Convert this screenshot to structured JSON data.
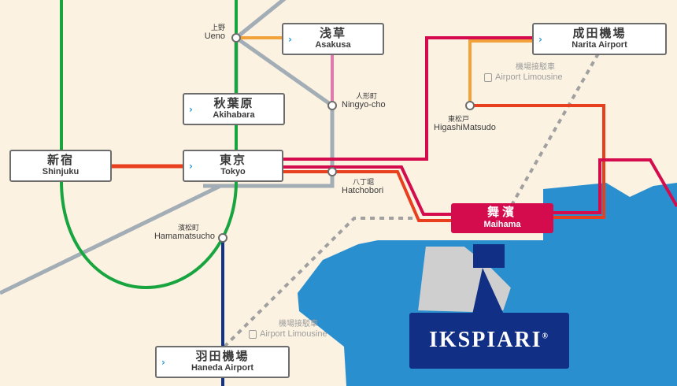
{
  "colors": {
    "background": "#fbf2e2",
    "sea": "#2a8fce",
    "yamanote": "#18a540",
    "keiyo": "#d40c4e",
    "keiyo_alt": "#e85a16",
    "narita_access": "#f2a23a",
    "tsukuba": "#e07aaa",
    "hibiya_grey": "#a2adb5",
    "monorail_navy": "#13328a",
    "ikspiari_blue": "#122f86",
    "bus_route": "#a0a0a0"
  },
  "stations": {
    "shinjuku": {
      "jp": "新宿",
      "en": "Shinjuku"
    },
    "tokyo": {
      "jp": "東京",
      "en": "Tokyo"
    },
    "akihabara": {
      "jp": "秋葉原",
      "en": "Akihabara"
    },
    "asakusa": {
      "jp": "浅草",
      "en": "Asakusa"
    },
    "narita": {
      "jp": "成田機場",
      "en": "Narita Airport"
    },
    "haneda": {
      "jp": "羽田機場",
      "en": "Haneda Airport"
    },
    "maihama": {
      "jp": "舞濱",
      "en": "Maihama"
    }
  },
  "small_labels": {
    "ueno": {
      "jp": "上野",
      "en": "Ueno"
    },
    "ningyocho": {
      "jp": "人形町",
      "en": "Ningyo-cho"
    },
    "higashimatsudo": {
      "jp": "東松戸",
      "en": "HigashiMatsudo"
    },
    "hatchobori": {
      "jp": "八丁堀",
      "en": "Hatchobori"
    },
    "hamamatsucho": {
      "jp": "濱松町",
      "en": "Hamamatsucho"
    }
  },
  "airport_limousine": [
    {
      "jp": "機場接駁車",
      "en": "Airport Limousine"
    },
    {
      "jp": "機場接駁車",
      "en": "Airport Limousine"
    }
  ],
  "ikspiari": {
    "label": "IKSPIARI",
    "mark": "®",
    "icon": "ikspiari-logo"
  }
}
